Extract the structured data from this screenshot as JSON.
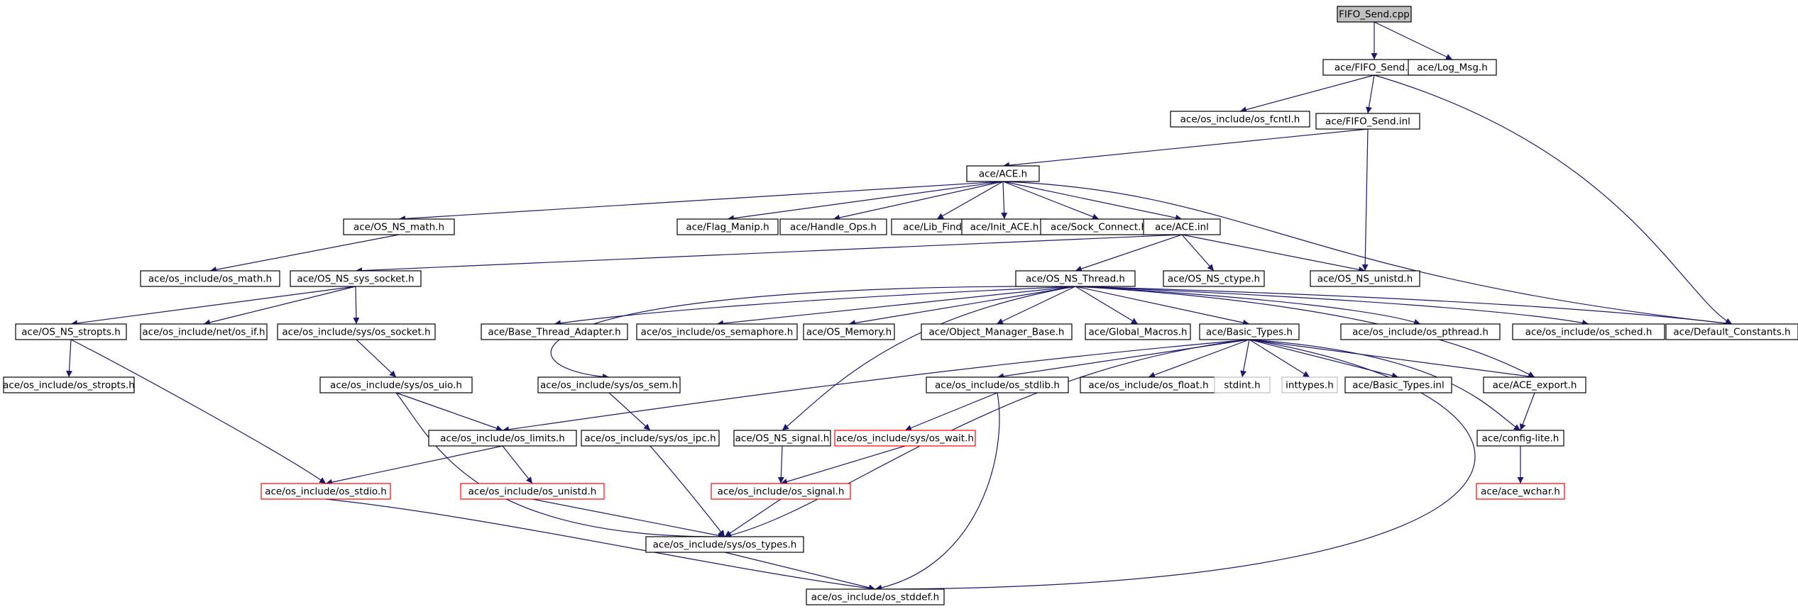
{
  "diagram": {
    "edge_color": "#191970",
    "node_styles": {
      "root": {
        "fill": "#bfbfbf",
        "stroke": "#000000"
      },
      "normal": {
        "fill": "#ffffff",
        "stroke": "#000000"
      },
      "missing": {
        "fill": "#ffffff",
        "stroke": "#ff0000"
      },
      "external": {
        "fill": "#ffffff",
        "stroke": "#bfbfbf"
      }
    },
    "nodes": [
      {
        "id": "fifo_send_cpp",
        "label": "FIFO_Send.cpp",
        "style": "root"
      },
      {
        "id": "fifo_send_h",
        "label": "ace/FIFO_Send.h",
        "style": "normal"
      },
      {
        "id": "log_msg_h",
        "label": "ace/Log_Msg.h",
        "style": "normal"
      },
      {
        "id": "os_fcntl_h",
        "label": "ace/os_include/os_fcntl.h",
        "style": "normal"
      },
      {
        "id": "fifo_send_inl",
        "label": "ace/FIFO_Send.inl",
        "style": "normal"
      },
      {
        "id": "ace_h",
        "label": "ace/ACE.h",
        "style": "normal"
      },
      {
        "id": "os_ns_math_h",
        "label": "ace/OS_NS_math.h",
        "style": "normal"
      },
      {
        "id": "flag_manip_h",
        "label": "ace/Flag_Manip.h",
        "style": "normal"
      },
      {
        "id": "handle_ops_h",
        "label": "ace/Handle_Ops.h",
        "style": "normal"
      },
      {
        "id": "lib_find_h",
        "label": "ace/Lib_Find.h",
        "style": "normal"
      },
      {
        "id": "init_ace_h",
        "label": "ace/Init_ACE.h",
        "style": "normal"
      },
      {
        "id": "sock_connect_h",
        "label": "ace/Sock_Connect.h",
        "style": "normal"
      },
      {
        "id": "ace_inl",
        "label": "ace/ACE.inl",
        "style": "normal"
      },
      {
        "id": "os_math_h",
        "label": "ace/os_include/os_math.h",
        "style": "normal"
      },
      {
        "id": "os_ns_sys_socket_h",
        "label": "ace/OS_NS_sys_socket.h",
        "style": "normal"
      },
      {
        "id": "os_ns_thread_h",
        "label": "ace/OS_NS_Thread.h",
        "style": "normal"
      },
      {
        "id": "os_ns_ctype_h",
        "label": "ace/OS_NS_ctype.h",
        "style": "normal"
      },
      {
        "id": "os_ns_unistd_h",
        "label": "ace/OS_NS_unistd.h",
        "style": "normal"
      },
      {
        "id": "os_ns_stropts_h",
        "label": "ace/OS_NS_stropts.h",
        "style": "normal"
      },
      {
        "id": "net_os_if_h",
        "label": "ace/os_include/net/os_if.h",
        "style": "normal"
      },
      {
        "id": "sys_os_socket_h",
        "label": "ace/os_include/sys/os_socket.h",
        "style": "normal"
      },
      {
        "id": "base_thread_adapter_h",
        "label": "ace/Base_Thread_Adapter.h",
        "style": "normal"
      },
      {
        "id": "os_semaphore_h",
        "label": "ace/os_include/os_semaphore.h",
        "style": "normal"
      },
      {
        "id": "os_memory_h",
        "label": "ace/OS_Memory.h",
        "style": "normal"
      },
      {
        "id": "object_manager_base_h",
        "label": "ace/Object_Manager_Base.h",
        "style": "normal"
      },
      {
        "id": "global_macros_h",
        "label": "ace/Global_Macros.h",
        "style": "normal"
      },
      {
        "id": "basic_types_h",
        "label": "ace/Basic_Types.h",
        "style": "normal"
      },
      {
        "id": "os_pthread_h",
        "label": "ace/os_include/os_pthread.h",
        "style": "normal"
      },
      {
        "id": "os_sched_h",
        "label": "ace/os_include/os_sched.h",
        "style": "normal"
      },
      {
        "id": "default_constants_h",
        "label": "ace/Default_Constants.h",
        "style": "normal"
      },
      {
        "id": "os_stropts_h",
        "label": "ace/os_include/os_stropts.h",
        "style": "normal"
      },
      {
        "id": "sys_os_uio_h",
        "label": "ace/os_include/sys/os_uio.h",
        "style": "normal"
      },
      {
        "id": "sys_os_sem_h",
        "label": "ace/os_include/sys/os_sem.h",
        "style": "normal"
      },
      {
        "id": "os_stdlib_h",
        "label": "ace/os_include/os_stdlib.h",
        "style": "normal"
      },
      {
        "id": "os_float_h",
        "label": "ace/os_include/os_float.h",
        "style": "normal"
      },
      {
        "id": "stdint_h",
        "label": "stdint.h",
        "style": "external"
      },
      {
        "id": "inttypes_h",
        "label": "inttypes.h",
        "style": "external"
      },
      {
        "id": "basic_types_inl",
        "label": "ace/Basic_Types.inl",
        "style": "normal"
      },
      {
        "id": "ace_export_h",
        "label": "ace/ACE_export.h",
        "style": "normal"
      },
      {
        "id": "os_limits_h",
        "label": "ace/os_include/os_limits.h",
        "style": "normal"
      },
      {
        "id": "sys_os_ipc_h",
        "label": "ace/os_include/sys/os_ipc.h",
        "style": "normal"
      },
      {
        "id": "os_ns_signal_h",
        "label": "ace/OS_NS_signal.h",
        "style": "normal"
      },
      {
        "id": "sys_os_wait_h",
        "label": "ace/os_include/sys/os_wait.h",
        "style": "missing"
      },
      {
        "id": "config_lite_h",
        "label": "ace/config-lite.h",
        "style": "normal"
      },
      {
        "id": "os_stdio_h",
        "label": "ace/os_include/os_stdio.h",
        "style": "missing"
      },
      {
        "id": "os_unistd_h",
        "label": "ace/os_include/os_unistd.h",
        "style": "missing"
      },
      {
        "id": "os_signal_h",
        "label": "ace/os_include/os_signal.h",
        "style": "missing"
      },
      {
        "id": "ace_wchar_h",
        "label": "ace/ace_wchar.h",
        "style": "missing"
      },
      {
        "id": "sys_os_types_h",
        "label": "ace/os_include/sys/os_types.h",
        "style": "normal"
      },
      {
        "id": "os_stddef_h",
        "label": "ace/os_include/os_stddef.h",
        "style": "normal"
      }
    ],
    "edges": [
      [
        "fifo_send_cpp",
        "fifo_send_h"
      ],
      [
        "fifo_send_cpp",
        "log_msg_h"
      ],
      [
        "fifo_send_h",
        "os_fcntl_h"
      ],
      [
        "fifo_send_h",
        "fifo_send_inl"
      ],
      [
        "fifo_send_h",
        "default_constants_h"
      ],
      [
        "fifo_send_inl",
        "ace_h"
      ],
      [
        "fifo_send_inl",
        "os_ns_unistd_h"
      ],
      [
        "ace_h",
        "os_ns_math_h"
      ],
      [
        "ace_h",
        "flag_manip_h"
      ],
      [
        "ace_h",
        "handle_ops_h"
      ],
      [
        "ace_h",
        "lib_find_h"
      ],
      [
        "ace_h",
        "init_ace_h"
      ],
      [
        "ace_h",
        "sock_connect_h"
      ],
      [
        "ace_h",
        "ace_inl"
      ],
      [
        "ace_h",
        "default_constants_h"
      ],
      [
        "os_ns_math_h",
        "os_math_h"
      ],
      [
        "ace_inl",
        "os_ns_sys_socket_h"
      ],
      [
        "ace_inl",
        "os_ns_thread_h"
      ],
      [
        "ace_inl",
        "os_ns_ctype_h"
      ],
      [
        "ace_inl",
        "os_ns_unistd_h"
      ],
      [
        "os_ns_sys_socket_h",
        "os_ns_stropts_h"
      ],
      [
        "os_ns_sys_socket_h",
        "net_os_if_h"
      ],
      [
        "os_ns_sys_socket_h",
        "sys_os_socket_h"
      ],
      [
        "os_ns_stropts_h",
        "os_stropts_h"
      ],
      [
        "os_ns_stropts_h",
        "os_stdio_h"
      ],
      [
        "sys_os_socket_h",
        "sys_os_uio_h"
      ],
      [
        "os_ns_thread_h",
        "base_thread_adapter_h"
      ],
      [
        "os_ns_thread_h",
        "os_semaphore_h"
      ],
      [
        "os_ns_thread_h",
        "os_memory_h"
      ],
      [
        "os_ns_thread_h",
        "object_manager_base_h"
      ],
      [
        "os_ns_thread_h",
        "global_macros_h"
      ],
      [
        "os_ns_thread_h",
        "basic_types_h"
      ],
      [
        "os_ns_thread_h",
        "os_pthread_h"
      ],
      [
        "os_ns_thread_h",
        "os_sched_h"
      ],
      [
        "os_ns_thread_h",
        "default_constants_h"
      ],
      [
        "os_ns_thread_h",
        "sys_os_sem_h"
      ],
      [
        "os_ns_thread_h",
        "os_ns_signal_h"
      ],
      [
        "os_ns_thread_h",
        "ace_export_h"
      ],
      [
        "basic_types_h",
        "os_limits_h"
      ],
      [
        "basic_types_h",
        "os_stdlib_h"
      ],
      [
        "basic_types_h",
        "os_float_h"
      ],
      [
        "basic_types_h",
        "stdint_h"
      ],
      [
        "basic_types_h",
        "inttypes_h"
      ],
      [
        "basic_types_h",
        "basic_types_inl"
      ],
      [
        "basic_types_h",
        "ace_export_h"
      ],
      [
        "basic_types_h",
        "config_lite_h"
      ],
      [
        "basic_types_h",
        "sys_os_types_h"
      ],
      [
        "basic_types_h",
        "os_stddef_h"
      ],
      [
        "sys_os_uio_h",
        "os_limits_h"
      ],
      [
        "sys_os_uio_h",
        "sys_os_types_h"
      ],
      [
        "sys_os_sem_h",
        "sys_os_ipc_h"
      ],
      [
        "os_stdlib_h",
        "sys_os_wait_h"
      ],
      [
        "os_stdlib_h",
        "os_stddef_h"
      ],
      [
        "ace_export_h",
        "config_lite_h"
      ],
      [
        "os_limits_h",
        "os_stdio_h"
      ],
      [
        "os_limits_h",
        "os_unistd_h"
      ],
      [
        "sys_os_ipc_h",
        "sys_os_types_h"
      ],
      [
        "os_ns_signal_h",
        "os_signal_h"
      ],
      [
        "sys_os_wait_h",
        "os_signal_h"
      ],
      [
        "config_lite_h",
        "ace_wchar_h"
      ],
      [
        "os_stdio_h",
        "os_stddef_h"
      ],
      [
        "os_unistd_h",
        "sys_os_types_h"
      ],
      [
        "os_signal_h",
        "sys_os_types_h"
      ],
      [
        "sys_os_types_h",
        "os_stddef_h"
      ]
    ]
  }
}
